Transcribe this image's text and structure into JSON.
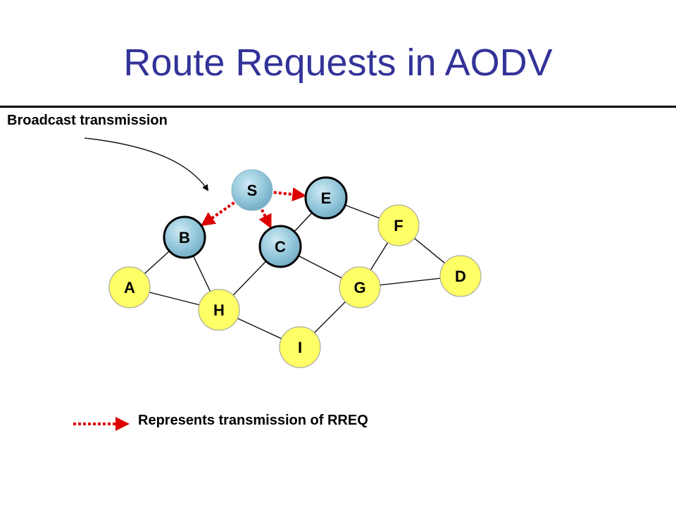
{
  "slide": {
    "title": "Route Requests in AODV",
    "callout": "Broadcast transmission",
    "legend_label": "Represents transmission of RREQ"
  },
  "colors": {
    "title": "#333399",
    "plain_node": "#ffff66",
    "reached_node": "#99ccdd",
    "rreq_arrow": "#dd0000",
    "edge": "#000000"
  },
  "nodes": [
    {
      "id": "S",
      "label": "S",
      "state": "source"
    },
    {
      "id": "E",
      "label": "E",
      "state": "reached"
    },
    {
      "id": "B",
      "label": "B",
      "state": "reached"
    },
    {
      "id": "C",
      "label": "C",
      "state": "reached"
    },
    {
      "id": "F",
      "label": "F",
      "state": "plain"
    },
    {
      "id": "A",
      "label": "A",
      "state": "plain"
    },
    {
      "id": "G",
      "label": "G",
      "state": "plain"
    },
    {
      "id": "D",
      "label": "D",
      "state": "plain"
    },
    {
      "id": "H",
      "label": "H",
      "state": "plain"
    },
    {
      "id": "I",
      "label": "I",
      "state": "plain"
    }
  ],
  "edges": [
    [
      "E",
      "F"
    ],
    [
      "E",
      "C"
    ],
    [
      "F",
      "G"
    ],
    [
      "F",
      "D"
    ],
    [
      "B",
      "A"
    ],
    [
      "B",
      "H"
    ],
    [
      "A",
      "H"
    ],
    [
      "C",
      "H"
    ],
    [
      "C",
      "G"
    ],
    [
      "G",
      "D"
    ],
    [
      "G",
      "I"
    ],
    [
      "H",
      "I"
    ]
  ],
  "rreq_transmissions": [
    [
      "S",
      "E"
    ],
    [
      "S",
      "B"
    ],
    [
      "S",
      "C"
    ]
  ]
}
